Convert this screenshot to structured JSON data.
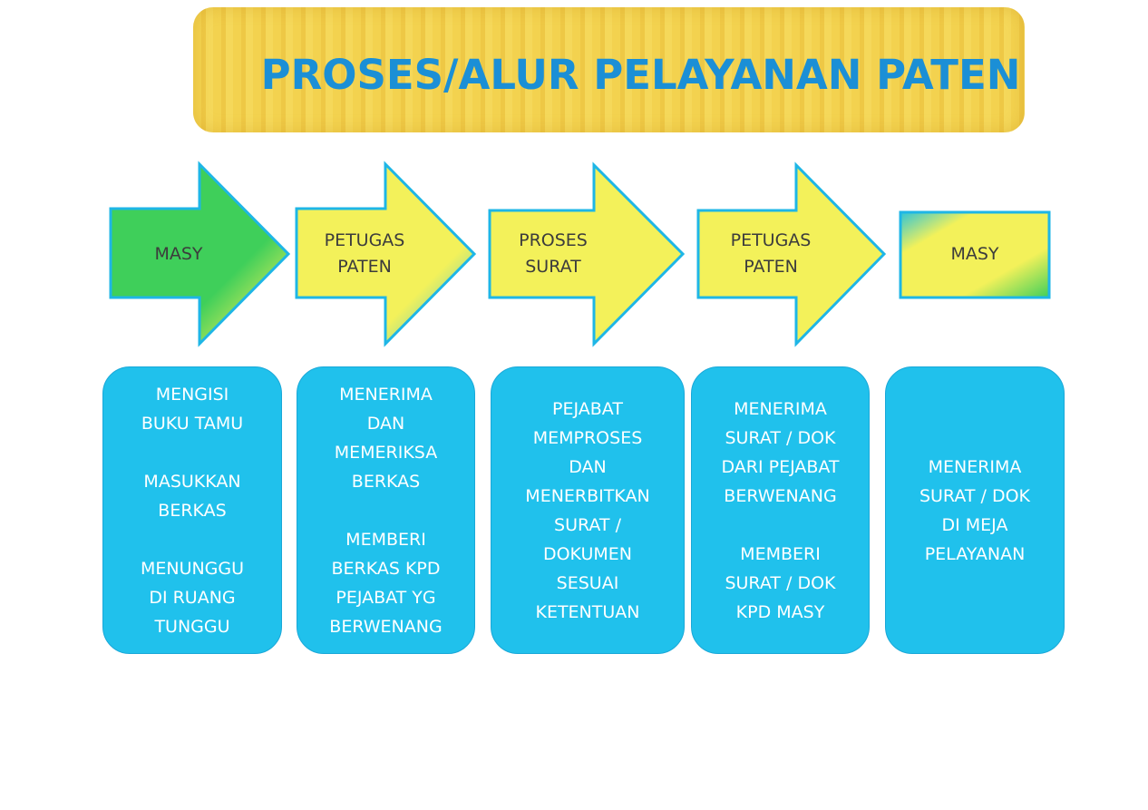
{
  "title": "PROSES/ALUR PELAYANAN PATEN",
  "steps": [
    {
      "label": [
        "MASY"
      ],
      "details": [
        [
          "MENGISI",
          "BUKU TAMU"
        ],
        [
          "MASUKKAN",
          "BERKAS"
        ],
        [
          "MENUNGGU",
          "DI RUANG",
          "TUNGGU"
        ]
      ]
    },
    {
      "label": [
        "PETUGAS",
        "PATEN"
      ],
      "details": [
        [
          "MENERIMA",
          "DAN",
          "MEMERIKSA",
          "BERKAS"
        ],
        [
          "MEMBERI",
          "BERKAS KPD",
          "PEJABAT YG",
          "BERWENANG"
        ]
      ]
    },
    {
      "label": [
        "PROSES",
        "SURAT"
      ],
      "details": [
        [
          "PEJABAT",
          "MEMPROSES",
          "DAN",
          "MENERBITKAN",
          "SURAT  /",
          "DOKUMEN",
          "SESUAI",
          "KETENTUAN"
        ]
      ]
    },
    {
      "label": [
        "PETUGAS",
        "PATEN"
      ],
      "details": [
        [
          "MENERIMA",
          "SURAT / DOK",
          "DARI PEJABAT",
          "BERWENANG"
        ],
        [
          "MEMBERI",
          "SURAT / DOK",
          "KPD MASY"
        ]
      ]
    },
    {
      "label": [
        "MASY"
      ],
      "details": [
        [
          "MENERIMA",
          "SURAT / DOK",
          "DI MEJA",
          "PELAYANAN"
        ]
      ]
    }
  ],
  "colors": {
    "banner": "#f3d24f",
    "title": "#1b8fd6",
    "box": "#20c1ec",
    "green": "#3fcf5a",
    "yellow": "#f3f15a",
    "outline": "#1eb6e6"
  }
}
